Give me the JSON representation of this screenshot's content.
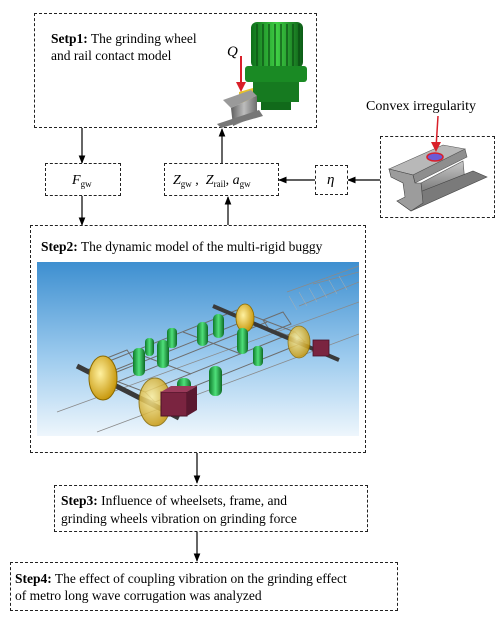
{
  "step1": {
    "label": "Setp1:",
    "text_line1": " The grinding wheel",
    "text_line2": "and rail contact model",
    "force_symbol": "Q"
  },
  "fgw": {
    "symbol": "F",
    "sub": "gw"
  },
  "outputs": {
    "z1": "Z",
    "z1_sub": "gw",
    "sep1": ",",
    "z2": "Z",
    "z2_sub": "rail",
    "sep2": ",",
    "a": "a",
    "a_sub": "gw"
  },
  "eta": {
    "symbol": "η"
  },
  "irregularity": {
    "label": "Convex  irregularity"
  },
  "step2": {
    "label": "Step2:",
    "text": " The dynamic model of the multi-rigid buggy"
  },
  "step3": {
    "label": "Step3:",
    "text_line1": " Influence of wheelsets, frame, and",
    "text_line2": "grinding wheels vibration on grinding force"
  },
  "step4": {
    "label": "Step4:",
    "text_line1": " The effect of coupling vibration on the grinding effect",
    "text_line2": "of metro long wave corrugation was analyzed"
  },
  "colors": {
    "motor_green": "#1f9a2a",
    "wheel_yellow": "#e6c22a",
    "bearing_maroon": "#7a2440",
    "rail_gray": "#8c8c8c",
    "sky_blue": "#5aa6dc",
    "marker_red": "#d9202a"
  }
}
